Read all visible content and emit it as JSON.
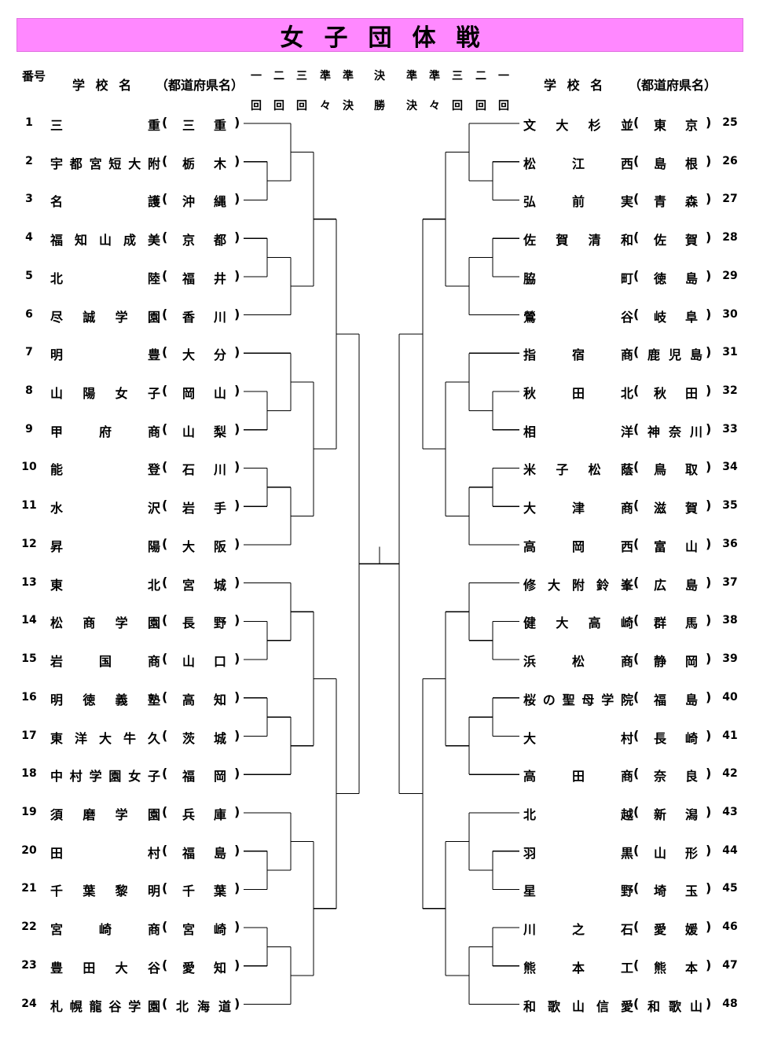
{
  "title": "女子団体戦",
  "header": {
    "num_label": "番号",
    "school_label_left": "学 校 名",
    "pref_label_left": "（都道府県名）",
    "school_label_right": "学 校 名",
    "pref_label_right": "（都道府県名）",
    "rounds_left": [
      "一回",
      "二回",
      "三回",
      "準々",
      "準決"
    ],
    "final": "決勝",
    "rounds_right": [
      "準決",
      "準々",
      "三回",
      "二回",
      "一回"
    ]
  },
  "left_teams": [
    {
      "num": "1",
      "school": "三重",
      "pref": "三重"
    },
    {
      "num": "2",
      "school": "宇都宮短大附",
      "pref": "栃木"
    },
    {
      "num": "3",
      "school": "名護",
      "pref": "沖縄"
    },
    {
      "num": "4",
      "school": "福知山成美",
      "pref": "京都"
    },
    {
      "num": "5",
      "school": "北陸",
      "pref": "福井"
    },
    {
      "num": "6",
      "school": "尽誠学園",
      "pref": "香川"
    },
    {
      "num": "7",
      "school": "明豊",
      "pref": "大分"
    },
    {
      "num": "8",
      "school": "山陽女子",
      "pref": "岡山"
    },
    {
      "num": "9",
      "school": "甲府商",
      "pref": "山梨"
    },
    {
      "num": "10",
      "school": "能登",
      "pref": "石川"
    },
    {
      "num": "11",
      "school": "水沢",
      "pref": "岩手"
    },
    {
      "num": "12",
      "school": "昇陽",
      "pref": "大阪"
    },
    {
      "num": "13",
      "school": "東北",
      "pref": "宮城"
    },
    {
      "num": "14",
      "school": "松商学園",
      "pref": "長野"
    },
    {
      "num": "15",
      "school": "岩国商",
      "pref": "山口"
    },
    {
      "num": "16",
      "school": "明徳義塾",
      "pref": "高知"
    },
    {
      "num": "17",
      "school": "東洋大牛久",
      "pref": "茨城"
    },
    {
      "num": "18",
      "school": "中村学園女子",
      "pref": "福岡"
    },
    {
      "num": "19",
      "school": "須磨学園",
      "pref": "兵庫"
    },
    {
      "num": "20",
      "school": "田村",
      "pref": "福島"
    },
    {
      "num": "21",
      "school": "千葉黎明",
      "pref": "千葉"
    },
    {
      "num": "22",
      "school": "宮崎商",
      "pref": "宮崎"
    },
    {
      "num": "23",
      "school": "豊田大谷",
      "pref": "愛知"
    },
    {
      "num": "24",
      "school": "札幌龍谷学園",
      "pref": "北海道"
    }
  ],
  "right_teams": [
    {
      "num": "25",
      "school": "文大杉並",
      "pref": "東京"
    },
    {
      "num": "26",
      "school": "松江西",
      "pref": "島根"
    },
    {
      "num": "27",
      "school": "弘前実",
      "pref": "青森"
    },
    {
      "num": "28",
      "school": "佐賀清和",
      "pref": "佐賀"
    },
    {
      "num": "29",
      "school": "脇町",
      "pref": "徳島"
    },
    {
      "num": "30",
      "school": "鶯谷",
      "pref": "岐阜"
    },
    {
      "num": "31",
      "school": "指宿商",
      "pref": "鹿児島"
    },
    {
      "num": "32",
      "school": "秋田北",
      "pref": "秋田"
    },
    {
      "num": "33",
      "school": "相洋",
      "pref": "神奈川"
    },
    {
      "num": "34",
      "school": "米子松蔭",
      "pref": "鳥取"
    },
    {
      "num": "35",
      "school": "大津商",
      "pref": "滋賀"
    },
    {
      "num": "36",
      "school": "高岡西",
      "pref": "富山"
    },
    {
      "num": "37",
      "school": "修大附鈴峯",
      "pref": "広島"
    },
    {
      "num": "38",
      "school": "健大高崎",
      "pref": "群馬"
    },
    {
      "num": "39",
      "school": "浜松商",
      "pref": "静岡"
    },
    {
      "num": "40",
      "school": "桜の聖母学院",
      "pref": "福島"
    },
    {
      "num": "41",
      "school": "大村",
      "pref": "長崎"
    },
    {
      "num": "42",
      "school": "高田商",
      "pref": "奈良"
    },
    {
      "num": "43",
      "school": "北越",
      "pref": "新潟"
    },
    {
      "num": "44",
      "school": "羽黒",
      "pref": "山形"
    },
    {
      "num": "45",
      "school": "星野",
      "pref": "埼玉"
    },
    {
      "num": "46",
      "school": "川之石",
      "pref": "愛媛"
    },
    {
      "num": "47",
      "school": "熊本工",
      "pref": "熊本"
    },
    {
      "num": "48",
      "school": "和歌山信愛",
      "pref": "和歌山"
    }
  ]
}
